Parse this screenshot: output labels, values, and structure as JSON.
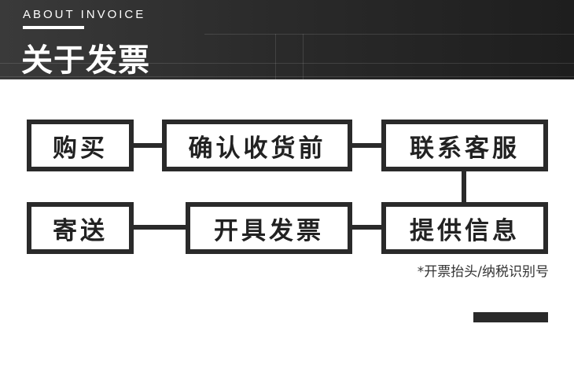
{
  "header": {
    "subtitle": "ABOUT INVOICE",
    "title": "关于发票"
  },
  "flow": {
    "steps": [
      "购买",
      "确认收货前",
      "联系客服",
      "提供信息",
      "开具发票",
      "寄送"
    ]
  },
  "note": "*开票抬头/纳税识别号"
}
